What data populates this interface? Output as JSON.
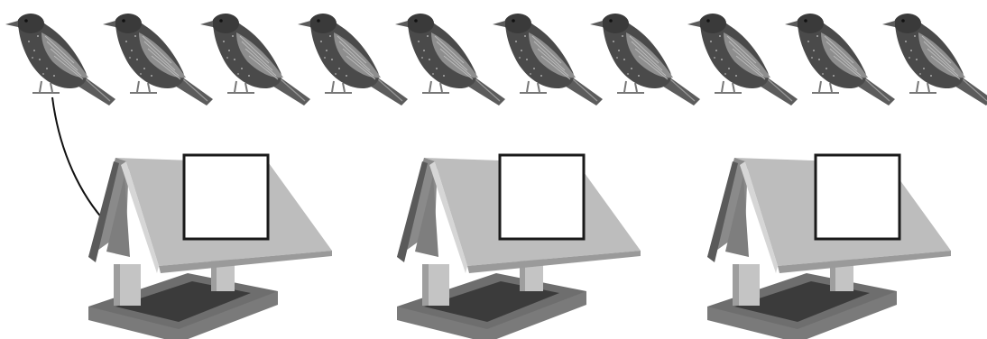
{
  "scene": {
    "birds": [
      {
        "name": "starling-1",
        "icon": "starling-icon",
        "connected_to_feeder": 1
      },
      {
        "name": "starling-2",
        "icon": "starling-icon"
      },
      {
        "name": "starling-3",
        "icon": "starling-icon"
      },
      {
        "name": "starling-4",
        "icon": "starling-icon"
      },
      {
        "name": "starling-5",
        "icon": "starling-icon"
      },
      {
        "name": "starling-6",
        "icon": "starling-icon"
      },
      {
        "name": "starling-7",
        "icon": "starling-icon"
      },
      {
        "name": "starling-8",
        "icon": "starling-icon"
      },
      {
        "name": "starling-9",
        "icon": "starling-icon"
      },
      {
        "name": "starling-10",
        "icon": "starling-icon"
      }
    ],
    "feeders": [
      {
        "name": "bird-feeder-1",
        "icon": "bird-feeder-icon",
        "answer_box_value": ""
      },
      {
        "name": "bird-feeder-2",
        "icon": "bird-feeder-icon",
        "answer_box_value": ""
      },
      {
        "name": "bird-feeder-3",
        "icon": "bird-feeder-icon",
        "answer_box_value": ""
      }
    ],
    "colors": {
      "bird_body": "#4a4a4a",
      "bird_wing": "#8e8e8e",
      "roof_light": "#bdbdbd",
      "roof_dark": "#7a7a7a",
      "post": "#c4c4c4",
      "tray": "#6e6e6e",
      "tray_inner": "#3b3b3b",
      "box_border": "#1a1a1a"
    }
  }
}
